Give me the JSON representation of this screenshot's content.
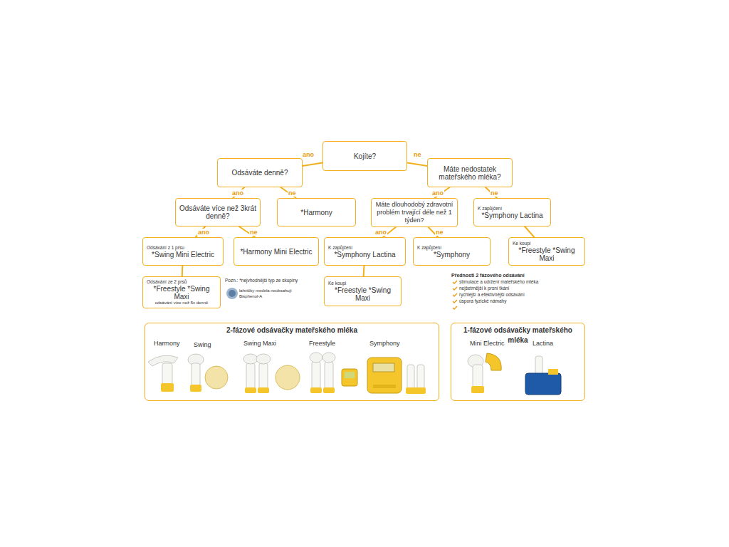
{
  "diagram": {
    "nodes": [
      {
        "text": [
          "Kojíte?"
        ]
      },
      {
        "text": [
          "Odsáváte denně?"
        ]
      },
      {
        "text": [
          "Máte nedostatek mateřského mléka?"
        ]
      },
      {
        "text": [
          "Odsáváte více než 3krát denně?"
        ]
      },
      {
        "text": [
          "*Harmony"
        ]
      },
      {
        "text": [
          "Máte dlouhodobý zdravotní problém trvající déle než 1 týden?"
        ]
      },
      {
        "text": [
          "K zapůjčení",
          "*Symphony Lactina"
        ]
      },
      {
        "text": [
          "Odsávání z 1 prsu",
          "*Swing Mini Electric"
        ]
      },
      {
        "text": [
          "*Harmony Mini Electric"
        ]
      },
      {
        "text": [
          "K zapůjčení",
          "*Symphony Lactina"
        ]
      },
      {
        "text": [
          "K zapůjčení",
          "*Symphony"
        ]
      },
      {
        "text": [
          "Ke koupi",
          "*Freestyle *Swing Maxi"
        ]
      },
      {
        "text": [
          "Odsávání ze 2 prsů",
          "*Freestyle *Swing Maxi",
          "odsávání více než 5x denně"
        ]
      },
      {
        "text": [
          "Ke koupi",
          "*Freestyle *Swing Maxi"
        ]
      },
      {
        "text": [
          "2-fázové odsávačky mateřského mléka"
        ]
      },
      {
        "text": [
          "1-fázové odsávačky mateřského mléka"
        ]
      }
    ],
    "edges": [
      {
        "from": 0,
        "to": 1,
        "label": "ano",
        "arrow": "none"
      },
      {
        "from": 0,
        "to": 2,
        "label": "ne",
        "arrow": "none"
      },
      {
        "from": 1,
        "to": 3,
        "label": "ano",
        "arrow": "none"
      },
      {
        "from": 1,
        "to": 4,
        "label": "ne",
        "arrow": "none"
      },
      {
        "from": 2,
        "to": 5,
        "label": "ano",
        "arrow": "none"
      },
      {
        "from": 2,
        "to": 6,
        "label": "ne",
        "arrow": "none"
      },
      {
        "from": 3,
        "to": 7,
        "label": "ano",
        "arrow": "none"
      },
      {
        "from": 3,
        "to": 8,
        "label": "ne",
        "arrow": "none"
      },
      {
        "from": 5,
        "to": 9,
        "label": "ano",
        "arrow": "none"
      },
      {
        "from": 5,
        "to": 10,
        "label": "ne",
        "arrow": "none"
      },
      {
        "from": 6,
        "to": 11,
        "arrow": "none"
      },
      {
        "from": 7,
        "to": 12,
        "arrow": "none"
      },
      {
        "from": 9,
        "to": 13,
        "arrow": "none"
      }
    ],
    "labels": [
      "Pozn.: *nejvhodnější typ ze skupiny",
      "lahvičky medela neobsahují Bisphenol-A",
      "Přednosti 2 fázového odsávání",
      "stimulace a udržení mateřského mléka",
      "nejšetrnější k prsní tkáni",
      "rychlejší a efektivnější odsávání",
      "úspora fyzické námahy",
      "Harmony",
      "Swing",
      "Swing Maxi",
      "Freestyle",
      "Symphony",
      "Mini Electric",
      "Lactina"
    ]
  }
}
